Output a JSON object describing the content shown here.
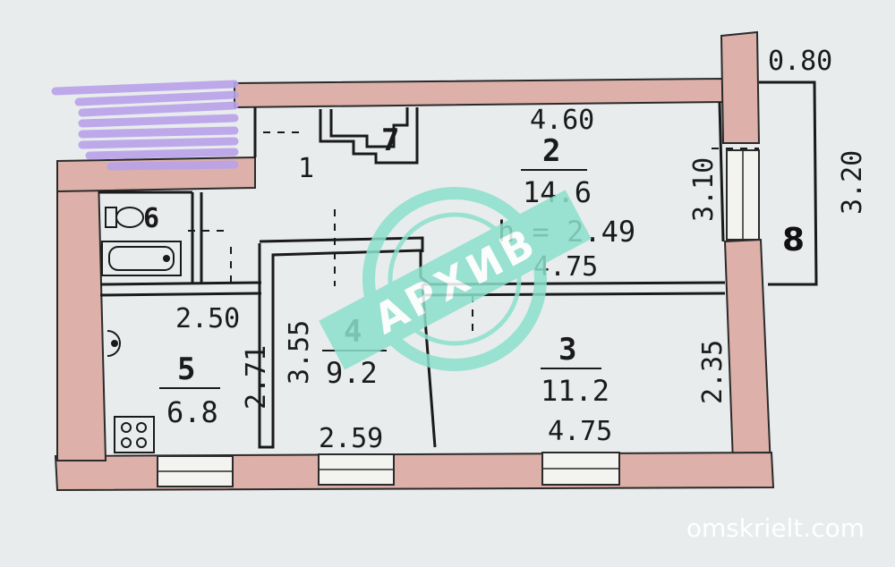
{
  "plan": {
    "colors": {
      "paper": "#e8eced",
      "wall": "#ddb1a9",
      "wall_stroke": "#2a2a2a",
      "line": "#1a1a1a",
      "scribble": "#b9a2ea",
      "stamp": "#8ce0cc"
    },
    "rooms": [
      {
        "id": "room-2",
        "number": "2",
        "area": "14.6",
        "height": "h = 2.49"
      },
      {
        "id": "room-3",
        "number": "3",
        "area": "11.2"
      },
      {
        "id": "room-4",
        "number": "4",
        "area": "9.2"
      },
      {
        "id": "room-5",
        "number": "5",
        "area": "6.8"
      },
      {
        "id": "room-1",
        "number": "1"
      },
      {
        "id": "room-6",
        "number": "6"
      },
      {
        "id": "room-7",
        "number": "7"
      },
      {
        "id": "room-8",
        "number": "8"
      }
    ],
    "dimensions": {
      "room2_top": "4.60",
      "room2_bottom": "4.75",
      "room2_side": "3.10",
      "room3_bottom": "4.75",
      "room3_side": "2.35",
      "room4_side": "3.55",
      "room4_bottom": "2.59",
      "room5_top": "2.50",
      "room5_side": "2.71",
      "balcony_width": "0.80",
      "balcony_length": "3.20"
    },
    "stamp_text": "АРХИВ",
    "icons": [
      "toilet-icon",
      "bathtub-icon",
      "sink-icon",
      "stove-icon"
    ]
  },
  "watermark": "omskrielt.com"
}
